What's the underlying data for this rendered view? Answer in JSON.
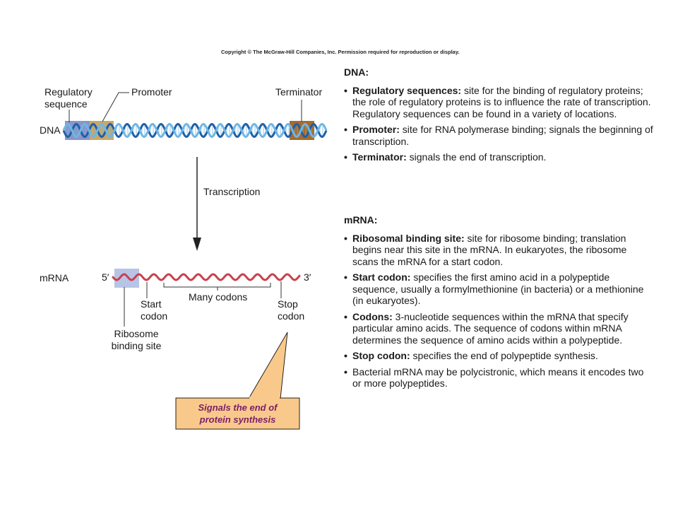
{
  "copyright": "Copyright © The McGraw-Hill Companies, Inc. Permission required for reproduction or display.",
  "diagram": {
    "dna_label": "DNA",
    "regulatory_label": [
      "Regulatory",
      "sequence"
    ],
    "promoter_label": "Promoter",
    "terminator_label": "Terminator",
    "transcription_label": "Transcription",
    "mrna_label": "mRNA",
    "five_prime": "5′",
    "three_prime": "3′",
    "start_codon_label": [
      "Start",
      "codon"
    ],
    "many_codons_label": "Many codons",
    "stop_codon_label": [
      "Stop",
      "codon"
    ],
    "ribosome_label": [
      "Ribosome",
      "binding site"
    ],
    "callout": [
      "Signals the end of",
      "protein synthesis"
    ]
  },
  "dna_panel": {
    "heading": "DNA:",
    "items": [
      {
        "term": "Regulatory sequences:",
        "text": " site for the binding of regulatory proteins; the role of regulatory proteins is to influence the rate of transcription. Regulatory sequences can be found in a variety of locations."
      },
      {
        "term": "Promoter:",
        "text": " site for RNA polymerase binding; signals the beginning of transcription."
      },
      {
        "term": "Terminator:",
        "text": " signals the end of transcription."
      }
    ]
  },
  "mrna_panel": {
    "heading": "mRNA:",
    "items": [
      {
        "term": "Ribosomal binding site:",
        "text": " site for ribosome binding; translation begins near this site in the mRNA. In eukaryotes, the ribosome scans the mRNA for a start codon."
      },
      {
        "term": "Start codon:",
        "text": " specifies the first amino acid in a polypeptide sequence, usually a formylmethionine (in bacteria) or a methionine (in eukaryotes)."
      },
      {
        "term": "Codons:",
        "text": " 3-nucleotide sequences within the mRNA that specify particular amino acids. The sequence of codons within mRNA determines the sequence of amino acids within a polypeptide."
      },
      {
        "term": "Stop codon:",
        "text": " specifies the end of polypeptide synthesis."
      },
      {
        "term": "",
        "text": "Bacterial mRNA may be polycistronic, which means it encodes two or more polypeptides."
      }
    ]
  },
  "colors": {
    "dna_strand_dark": "#1f5fa8",
    "dna_strand_light": "#6fb6e4",
    "regulatory_box": "#8a95c9",
    "promoter_box": "#c8a86a",
    "terminator_box": "#a76b2c",
    "mrna_strand": "#c9414f",
    "ribosome_box": "#b7c4e6",
    "callout_fill": "#f9c98b",
    "callout_text": "#7a1f6a"
  }
}
